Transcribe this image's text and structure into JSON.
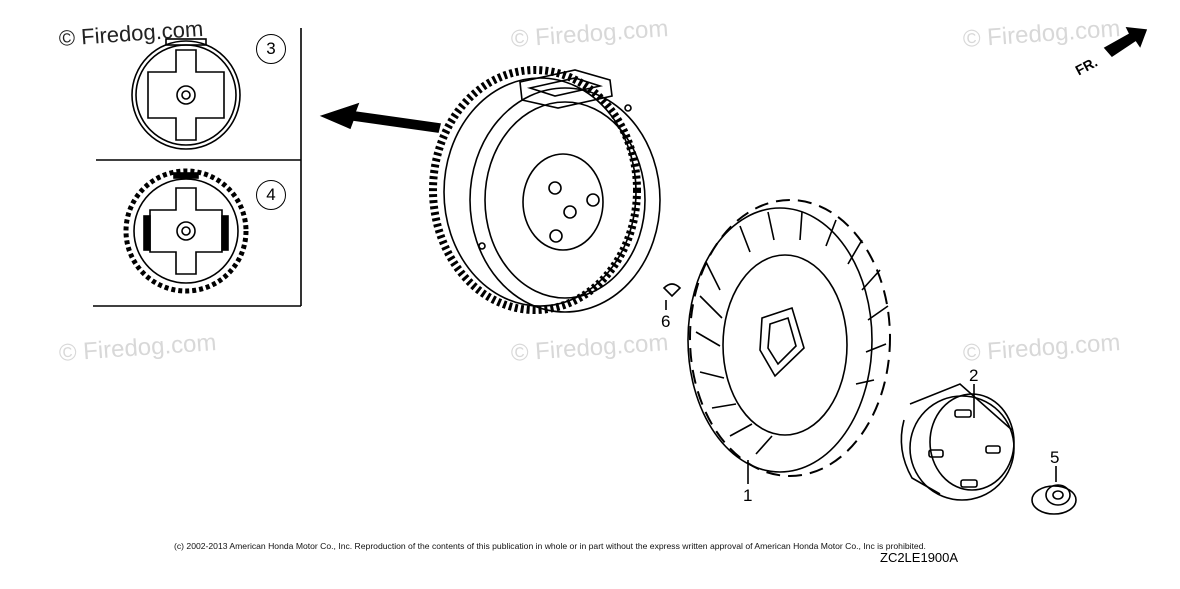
{
  "watermarks": {
    "top_left": "© Firedog.com",
    "top_center": "© Firedog.com",
    "top_right": "© Firedog.com",
    "mid_left": "© Firedog.com",
    "mid_center": "© Firedog.com",
    "mid_right": "© Firedog.com"
  },
  "direction_label": "FR.",
  "callouts": {
    "part1": "1",
    "part2": "2",
    "part3": "3",
    "part4": "4",
    "part5": "5",
    "part6": "6"
  },
  "footer": {
    "copyright": "(c) 2002-2013 American Honda Motor Co., Inc. Reproduction of the contents of this publication in whole or in part without the express written approval of American Honda Motor Co., Inc is prohibited.",
    "diagram_code": "ZC2LE1900A"
  },
  "colors": {
    "line": "#000000",
    "watermark": "#d8d8d8",
    "background": "#ffffff"
  }
}
